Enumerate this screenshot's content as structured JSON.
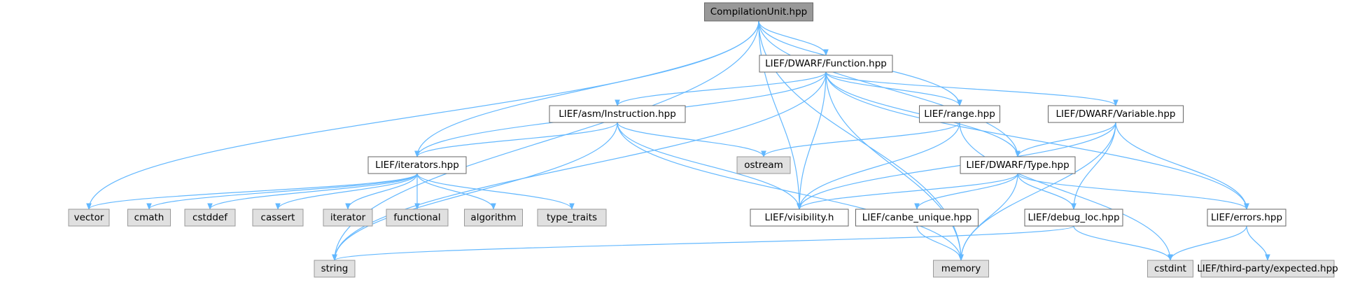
{
  "colors": {
    "edge": "#63b8ff",
    "node_border": "#666666",
    "root_fill": "#999999",
    "header_fill": "#ffffff",
    "system_fill": "#e0e0e0",
    "system_border": "#999999"
  },
  "nodes": {
    "compilationunit": {
      "label": "CompilationUnit.hpp",
      "kind": "root"
    },
    "function": {
      "label": "LIEF/DWARF/Function.hpp",
      "kind": "header"
    },
    "instruction": {
      "label": "LIEF/asm/Instruction.hpp",
      "kind": "header"
    },
    "range": {
      "label": "LIEF/range.hpp",
      "kind": "header"
    },
    "variable": {
      "label": "LIEF/DWARF/Variable.hpp",
      "kind": "header"
    },
    "iterators": {
      "label": "LIEF/iterators.hpp",
      "kind": "header"
    },
    "ostream": {
      "label": "ostream",
      "kind": "system"
    },
    "type": {
      "label": "LIEF/DWARF/Type.hpp",
      "kind": "header"
    },
    "vector": {
      "label": "vector",
      "kind": "system"
    },
    "cmath": {
      "label": "cmath",
      "kind": "system"
    },
    "cstddef": {
      "label": "cstddef",
      "kind": "system"
    },
    "cassert": {
      "label": "cassert",
      "kind": "system"
    },
    "iterator": {
      "label": "iterator",
      "kind": "system"
    },
    "functional": {
      "label": "functional",
      "kind": "system"
    },
    "algorithm": {
      "label": "algorithm",
      "kind": "system"
    },
    "type_traits": {
      "label": "type_traits",
      "kind": "system"
    },
    "visibility": {
      "label": "LIEF/visibility.h",
      "kind": "header"
    },
    "canbe_unique": {
      "label": "LIEF/canbe_unique.hpp",
      "kind": "header"
    },
    "debug_loc": {
      "label": "LIEF/debug_loc.hpp",
      "kind": "header"
    },
    "errors": {
      "label": "LIEF/errors.hpp",
      "kind": "header"
    },
    "string": {
      "label": "string",
      "kind": "system"
    },
    "memory": {
      "label": "memory",
      "kind": "system"
    },
    "cstdint": {
      "label": "cstdint",
      "kind": "system"
    },
    "expected": {
      "label": "LIEF/third-party/expected.hpp",
      "kind": "system"
    }
  },
  "edges": [
    [
      "compilationunit",
      "function"
    ],
    [
      "compilationunit",
      "range"
    ],
    [
      "compilationunit",
      "iterators"
    ],
    [
      "compilationunit",
      "vector"
    ],
    [
      "compilationunit",
      "visibility"
    ],
    [
      "compilationunit",
      "type"
    ],
    [
      "compilationunit",
      "string"
    ],
    [
      "compilationunit",
      "memory"
    ],
    [
      "function",
      "instruction"
    ],
    [
      "function",
      "range"
    ],
    [
      "function",
      "variable"
    ],
    [
      "function",
      "iterators"
    ],
    [
      "function",
      "type"
    ],
    [
      "function",
      "visibility"
    ],
    [
      "function",
      "errors"
    ],
    [
      "function",
      "string"
    ],
    [
      "function",
      "memory"
    ],
    [
      "instruction",
      "iterators"
    ],
    [
      "instruction",
      "ostream"
    ],
    [
      "instruction",
      "visibility"
    ],
    [
      "instruction",
      "string"
    ],
    [
      "instruction",
      "memory"
    ],
    [
      "range",
      "ostream"
    ],
    [
      "range",
      "visibility"
    ],
    [
      "range",
      "cstdint"
    ],
    [
      "variable",
      "type"
    ],
    [
      "variable",
      "visibility"
    ],
    [
      "variable",
      "debug_loc"
    ],
    [
      "variable",
      "errors"
    ],
    [
      "variable",
      "memory"
    ],
    [
      "iterators",
      "vector"
    ],
    [
      "iterators",
      "cmath"
    ],
    [
      "iterators",
      "cstddef"
    ],
    [
      "iterators",
      "cassert"
    ],
    [
      "iterators",
      "iterator"
    ],
    [
      "iterators",
      "functional"
    ],
    [
      "iterators",
      "algorithm"
    ],
    [
      "iterators",
      "type_traits"
    ],
    [
      "type",
      "visibility"
    ],
    [
      "type",
      "canbe_unique"
    ],
    [
      "type",
      "debug_loc"
    ],
    [
      "type",
      "errors"
    ],
    [
      "type",
      "memory"
    ],
    [
      "canbe_unique",
      "memory"
    ],
    [
      "debug_loc",
      "string"
    ],
    [
      "debug_loc",
      "cstdint"
    ],
    [
      "errors",
      "cstdint"
    ],
    [
      "errors",
      "expected"
    ]
  ]
}
